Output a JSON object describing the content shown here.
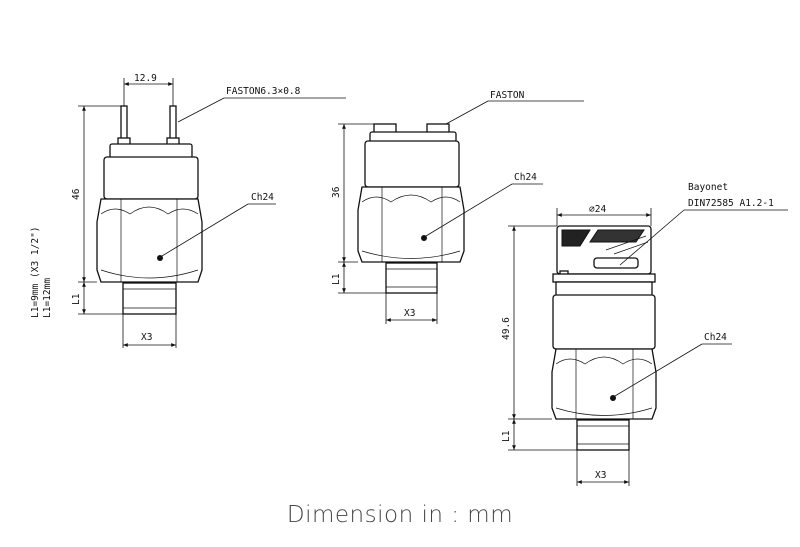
{
  "diagram": {
    "caption": "Dimension in : mm",
    "left": {
      "top_dim": "12.9",
      "terminal_label": "FASTON6.3×0.8",
      "height_dim": "46",
      "hex_label": "Ch24",
      "thread_dim": "X3",
      "l1_label": "L1",
      "note_1": "L1=9mm (X3 1/2\")",
      "note_2": "L1=12mm"
    },
    "middle": {
      "terminal_label": "FASTON",
      "height_dim": "36",
      "hex_label": "Ch24",
      "thread_dim": "X3",
      "l1_label": "L1"
    },
    "right": {
      "connector_label_1": "Bayonet",
      "connector_label_2": "DIN72585 A1.2-1",
      "diameter_dim": "∅24",
      "height_dim": "49.6",
      "hex_label": "Ch24",
      "thread_dim": "X3",
      "l1_label": "L1"
    }
  }
}
